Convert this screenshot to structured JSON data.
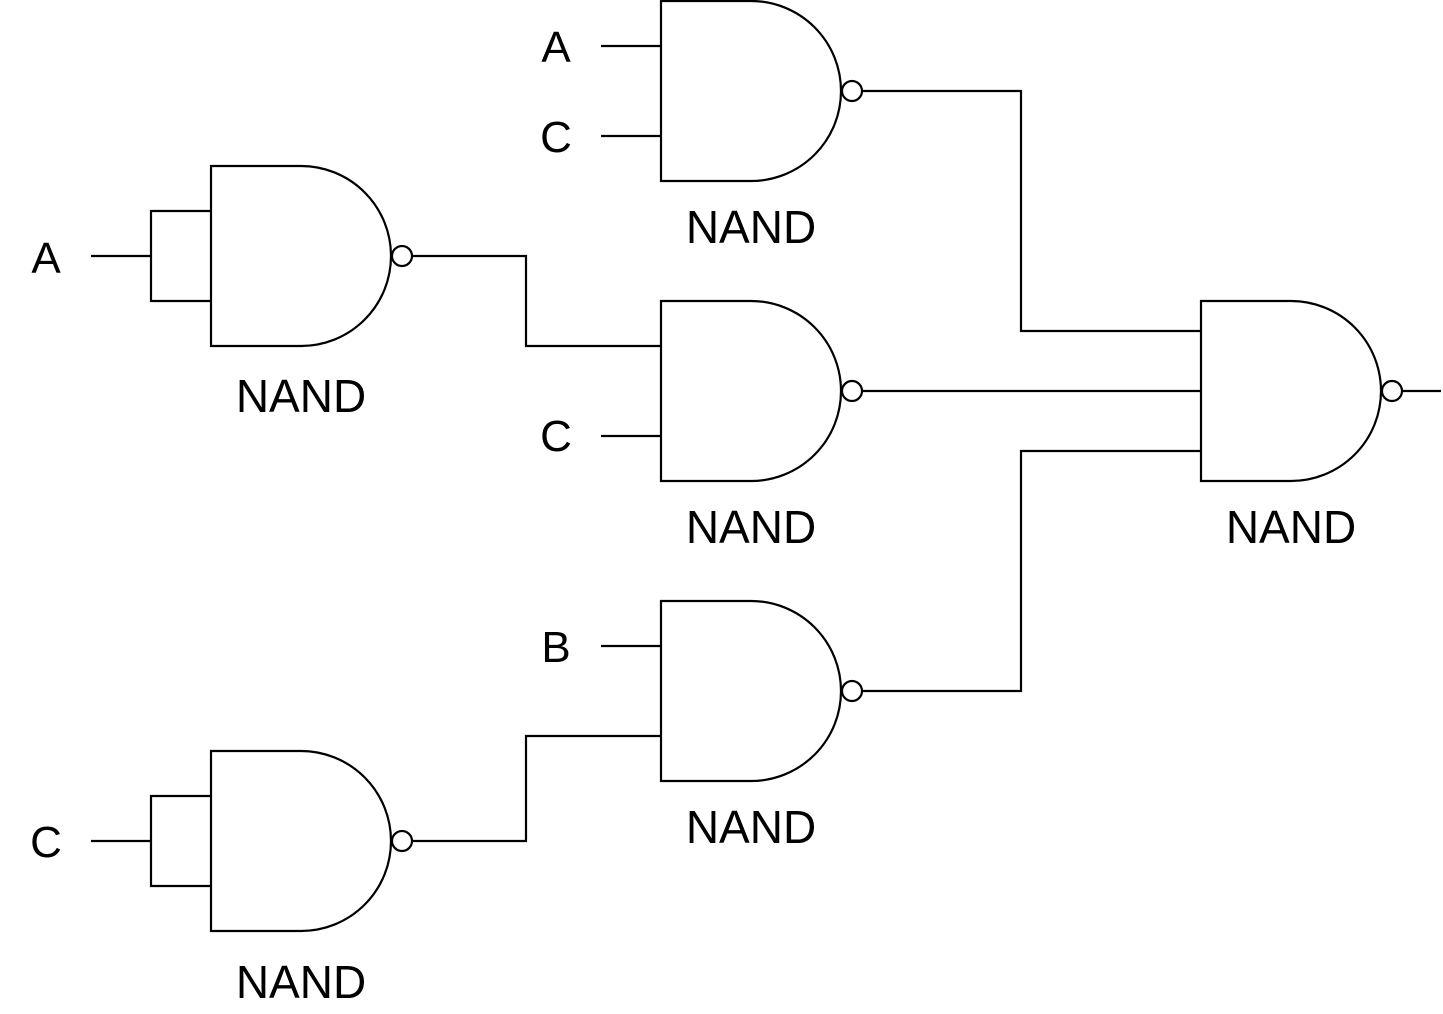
{
  "gate_label": "NAND",
  "inputs": {
    "top_a": "A",
    "top_c": "C",
    "left_a": "A",
    "mid_c": "C",
    "bottom_b": "B",
    "bottom_left_c": "C"
  },
  "gates": [
    {
      "id": "gate-1",
      "label": "NAND"
    },
    {
      "id": "gate-2",
      "label": "NAND"
    },
    {
      "id": "gate-3",
      "label": "NAND"
    },
    {
      "id": "gate-4",
      "label": "NAND"
    },
    {
      "id": "gate-5",
      "label": "NAND"
    },
    {
      "id": "gate-6",
      "label": "NAND"
    }
  ]
}
